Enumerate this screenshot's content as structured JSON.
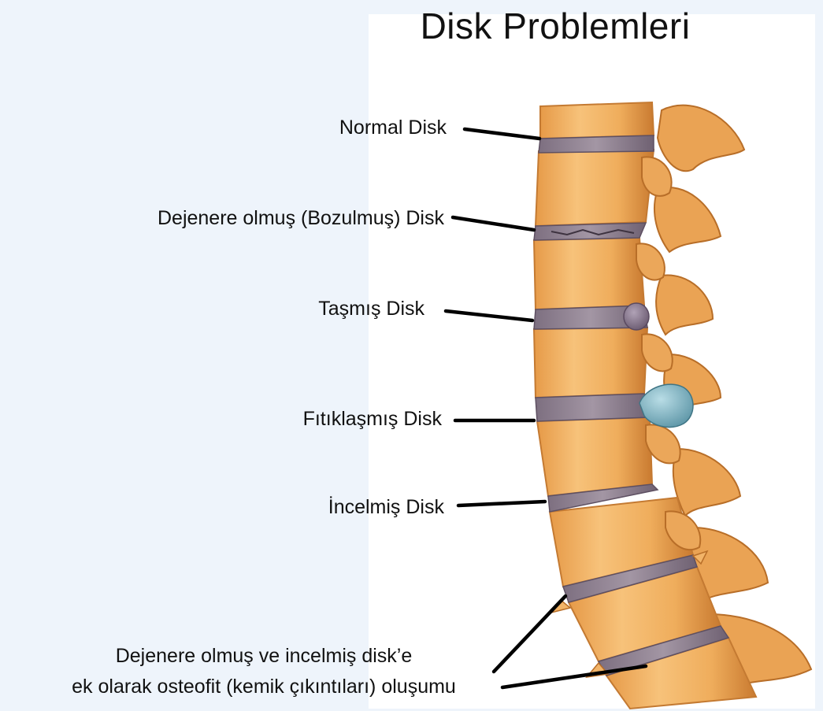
{
  "title": "Disk Problemleri",
  "labels": {
    "normal": "Normal Disk",
    "degenerated": "Dejenere olmuş (Bozulmuş) Disk",
    "bulging": "Taşmış Disk",
    "herniated": "Fıtıklaşmış Disk",
    "thinned": "İncelmiş Disk",
    "osteophyte_line1": "Dejenere olmuş ve incelmiş disk’e",
    "osteophyte_line2": "ek olarak osteofit (kemik çıkıntıları) oluşumu"
  },
  "colors": {
    "background": "#eef4fb",
    "bone": "#f0b060",
    "bone_dark": "#c9772c",
    "disk": "#8e7f8f",
    "hernia": "#7fb4c2",
    "leader": "#000000"
  }
}
